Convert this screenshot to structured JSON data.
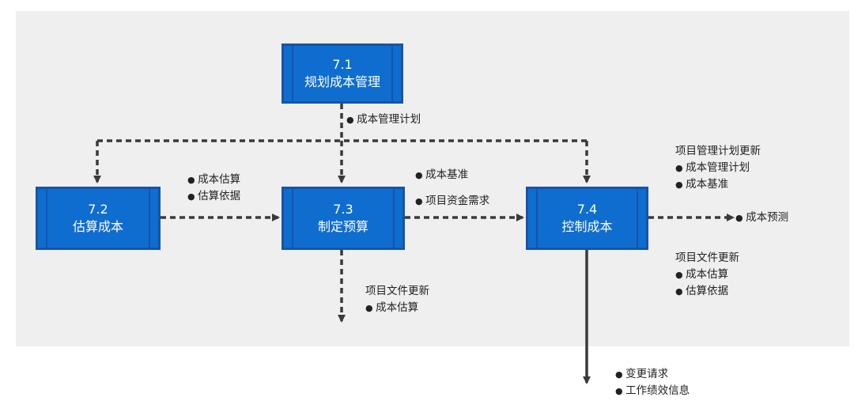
{
  "processes": {
    "p71": {
      "number": "7.1",
      "name": "规划成本管理"
    },
    "p72": {
      "number": "7.2",
      "name": "估算成本"
    },
    "p73": {
      "number": "7.3",
      "name": "制定预算"
    },
    "p74": {
      "number": "7.4",
      "name": "控制成本"
    }
  },
  "labels": {
    "cost_mgmt_plan": "成本管理计划",
    "estimates": [
      "成本估算",
      "估算依据"
    ],
    "baseline": "成本基准",
    "funding": "项目资金需求",
    "budget_doc_updates": {
      "title": "项目文件更新",
      "items": [
        "成本估算"
      ]
    },
    "pm_plan_updates": {
      "title": "项目管理计划更新",
      "items": [
        "成本管理计划",
        "成本基准"
      ]
    },
    "forecast": "成本预测",
    "control_doc_updates": {
      "title": "项目文件更新",
      "items": [
        "成本估算",
        "估算依据"
      ]
    },
    "outputs": [
      "变更请求",
      "工作绩效信息"
    ]
  },
  "colors": {
    "process_fill": "#0f6dd0",
    "process_border": "#1654a8",
    "arrow": "#3a3a3a",
    "panel": "#efefef"
  }
}
